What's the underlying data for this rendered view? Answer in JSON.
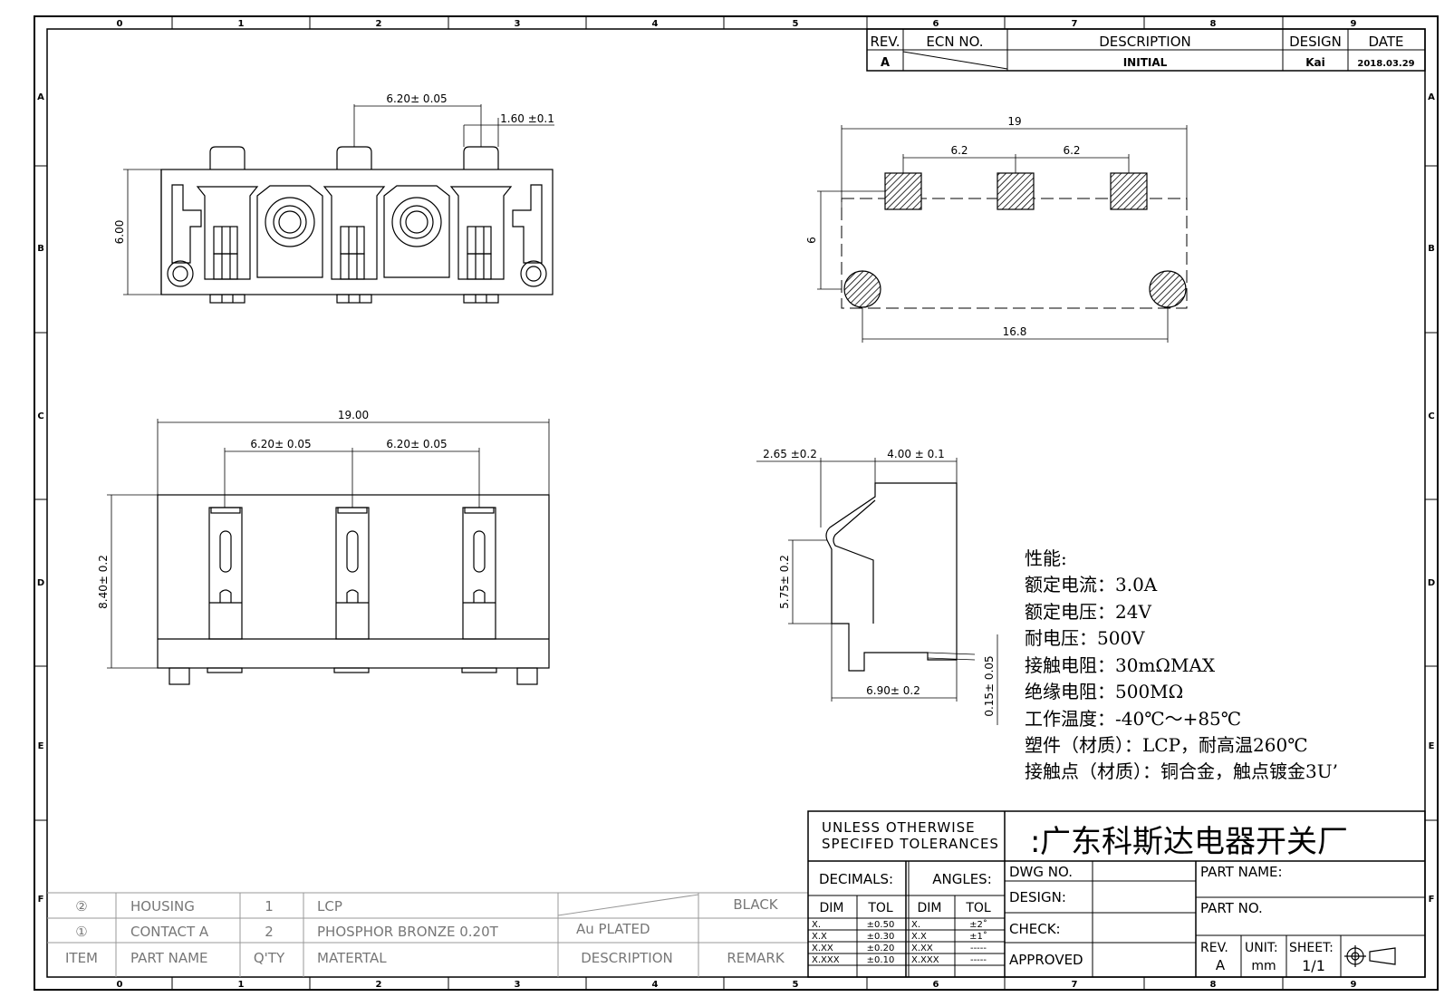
{
  "frame": {
    "col_labels": [
      "0",
      "1",
      "2",
      "3",
      "4",
      "5",
      "6",
      "7",
      "8",
      "9"
    ],
    "row_labels": [
      "A",
      "B",
      "C",
      "D",
      "E",
      "F"
    ]
  },
  "revision": {
    "headers": [
      "REV.",
      "ECN NO.",
      "DESCRIPTION",
      "DESIGN",
      "DATE"
    ],
    "row": {
      "rev": "A",
      "ecn": "",
      "description": "INITIAL",
      "design": "Kai",
      "date": "2018.03.29"
    }
  },
  "views": {
    "top": {
      "dim_pitch": "6.20± 0.05",
      "dim_pin": "1.60 ±0.1",
      "dim_height": "6.00"
    },
    "footprint": {
      "dim_width": "19",
      "dim_pitch1": "6.2",
      "dim_pitch2": "6.2",
      "dim_height": "6",
      "dim_hole": "16.8"
    },
    "front": {
      "dim_width": "19.00",
      "dim_pitch1": "6.20± 0.05",
      "dim_pitch2": "6.20± 0.05",
      "dim_height": "8.40± 0.2"
    },
    "side": {
      "dim_a": "2.65 ±0.2",
      "dim_b": "4.00 ± 0.1",
      "dim_c": "5.75± 0.2",
      "dim_d": "6.90± 0.2",
      "dim_e": "0.15± 0.05"
    }
  },
  "specs": {
    "title": "性能:",
    "lines": [
      "额定电流：3.0A",
      "额定电压：24V",
      "耐电压：500V",
      "接触电阻：30mΩMAX",
      "绝缘电阻：500MΩ",
      "工作温度：-40℃～+85℃",
      "塑件（材质）：LCP，耐高温260℃",
      "接触点（材质）：铜合金，触点镀金3U’"
    ]
  },
  "bom": {
    "rows": [
      {
        "item": "②",
        "name": "HOUSING",
        "qty": "1",
        "material": "LCP",
        "description": "",
        "remark": "BLACK"
      },
      {
        "item": "①",
        "name": "CONTACT A",
        "qty": "2",
        "material": "PHOSPHOR BRONZE 0.20T",
        "description": "Au PLATED",
        "remark": ""
      }
    ],
    "headers": {
      "item": "ITEM",
      "name": "PART NAME",
      "qty": "Q'TY",
      "material": "MATERTAL",
      "description": "DESCRIPTION",
      "remark": "REMARK"
    }
  },
  "title_block": {
    "tolerance_note_1": "UNLESS OTHERWISE",
    "tolerance_note_2": "SPECIFED TOLERANCES",
    "decimals": "DECIMALS:",
    "angles": "ANGLES:",
    "dim": "DIM",
    "tol": "TOL",
    "decimal_rows": [
      [
        "X.",
        "±0.50"
      ],
      [
        "X.X",
        "±0.30"
      ],
      [
        "X.XX",
        "±0.20"
      ],
      [
        "X.XXX",
        "±0.10"
      ]
    ],
    "angle_rows": [
      [
        "X.",
        "±2˚"
      ],
      [
        "X.X",
        "±1˚"
      ],
      [
        "X.XX",
        "-----"
      ],
      [
        "X.XXX",
        "-----"
      ]
    ],
    "company": "广东科斯达电器开关厂",
    "company_prefix": ":",
    "dwg_no": "DWG NO.",
    "design": "DESIGN:",
    "check": "CHECK:",
    "approved": "APPROVED",
    "part_name": "PART NAME:",
    "part_no": "PART NO.",
    "rev_label": "REV.",
    "rev_value": "A",
    "unit_label": "UNIT:",
    "unit_value": "mm",
    "sheet_label": "SHEET:",
    "sheet_value": "1/1"
  },
  "colors": {
    "line": "#000000",
    "grey_text": "#777777"
  }
}
